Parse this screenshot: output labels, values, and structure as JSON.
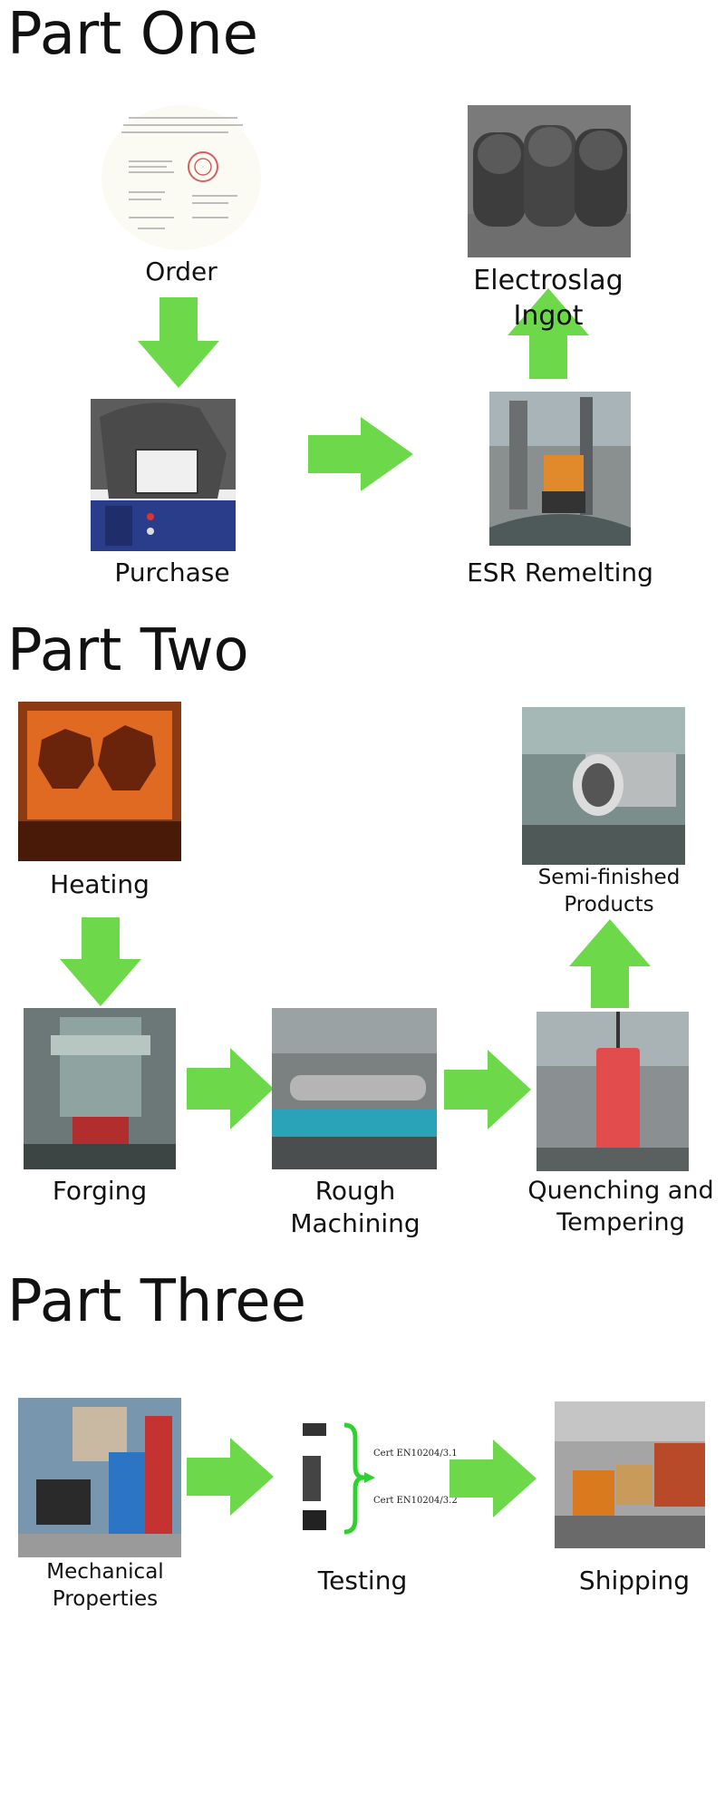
{
  "parts": {
    "one": "Part One",
    "two": "Part Two",
    "three": "Part Three"
  },
  "steps": {
    "order": "Order",
    "purchase": "Purchase",
    "esr_remelting": "ESR Remelting",
    "electroslag_ingot": "Electroslag Ingot",
    "heating": "Heating",
    "forging": "Forging",
    "rough_machining": "Rough Machining",
    "quenching_line1": "Quenching and",
    "quenching_line2": "Tempering",
    "semi_line1": "Semi-finished",
    "semi_line2": "Products",
    "mech_line1": "Mechanical",
    "mech_line2": "Properties",
    "testing": "Testing",
    "shipping": "Shipping"
  },
  "certs": {
    "cert1": "Cert EN10204/3.1",
    "cert2": "Cert EN10204/3.2"
  },
  "colors": {
    "arrow": "#6dd84a",
    "bracket": "#2fd12f"
  }
}
